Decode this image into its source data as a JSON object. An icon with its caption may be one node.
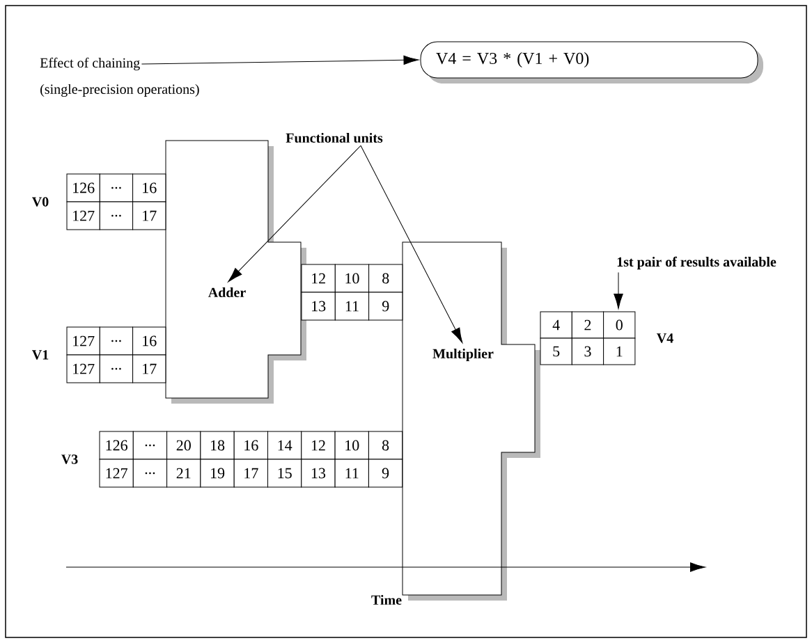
{
  "diagram": {
    "nodes": [
      {
        "text": [
          "Effect of chaining",
          "(single-precision operations)"
        ]
      },
      {
        "text": [
          "V4 = V3 * (V1 + V0)"
        ]
      },
      {
        "text": [
          "Functional units"
        ]
      },
      {
        "text": [
          "Adder"
        ]
      },
      {
        "text": [
          "Multiplier"
        ]
      },
      {
        "text": [
          "1st pair of results available"
        ]
      }
    ],
    "edges": [
      {
        "from": 0,
        "to": 1,
        "arrow": "to"
      },
      {
        "from": 2,
        "to": 3,
        "arrow": "to"
      },
      {
        "from": 2,
        "to": 4,
        "arrow": "to"
      },
      {
        "from": 5,
        "to": null,
        "arrow": "to"
      }
    ],
    "labels": [
      "V0",
      "126",
      "...",
      "16",
      "127",
      "...",
      "17",
      "12",
      "10",
      "8",
      "13",
      "11",
      "9",
      "4",
      "2",
      "0",
      "5",
      "3",
      "1",
      "V4",
      "V1",
      "127",
      "...",
      "16",
      "127",
      "...",
      "17",
      "V3",
      "126",
      "...",
      "20",
      "18",
      "16",
      "14",
      "12",
      "10",
      "8",
      "127",
      "...",
      "21",
      "19",
      "17",
      "15",
      "13",
      "11",
      "9",
      "Time"
    ]
  }
}
